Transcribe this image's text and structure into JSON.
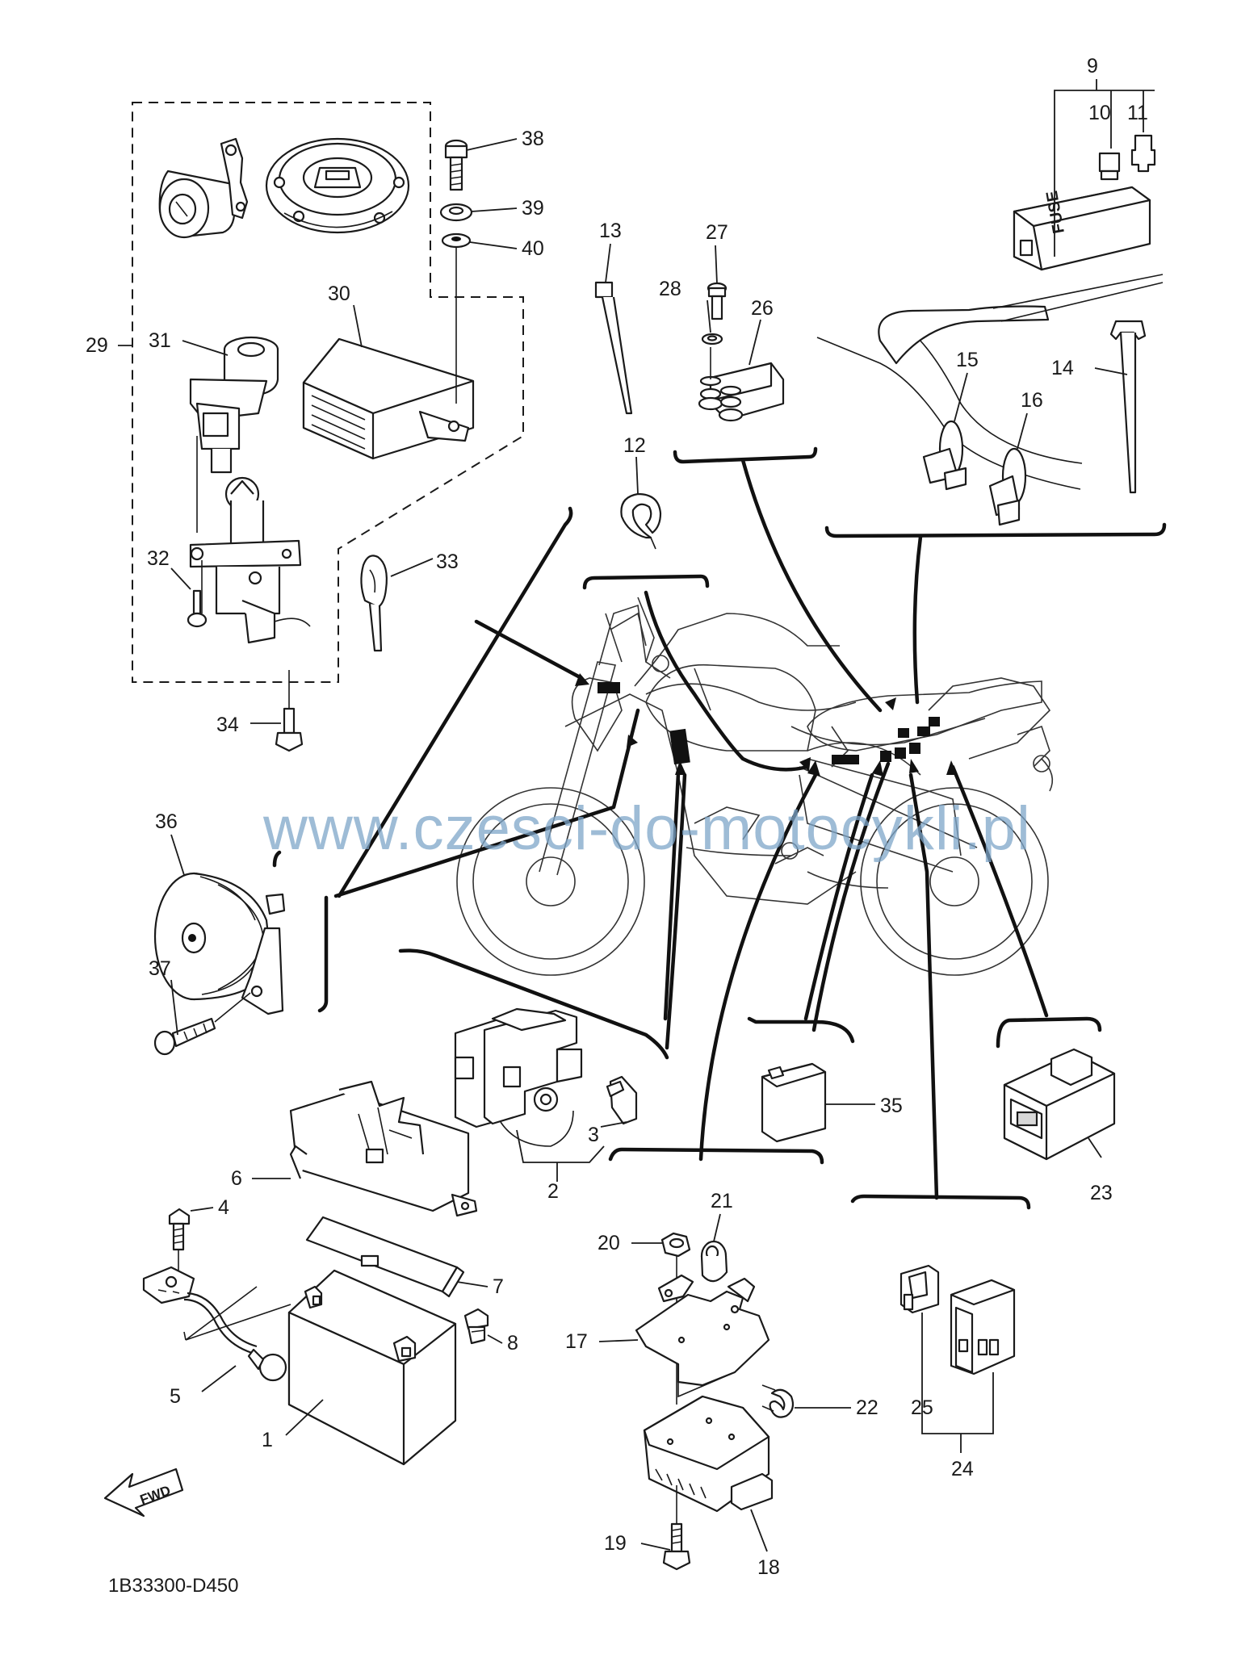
{
  "diagram_code": "1B33300-D450",
  "watermark": "www.czesci-do-motocykli.pl",
  "fwd_label": "FWD",
  "fuse_label": "FUSE",
  "callouts": [
    "1",
    "2",
    "3",
    "4",
    "5",
    "6",
    "7",
    "8",
    "9",
    "10",
    "11",
    "12",
    "13",
    "14",
    "15",
    "16",
    "17",
    "18",
    "19",
    "20",
    "21",
    "22",
    "23",
    "24",
    "25",
    "26",
    "27",
    "28",
    "29",
    "30",
    "31",
    "32",
    "33",
    "34",
    "35",
    "36",
    "37",
    "38",
    "39",
    "40"
  ],
  "parts": [
    {
      "id": "1",
      "name": "battery"
    },
    {
      "id": "2",
      "name": "starter-relay"
    },
    {
      "id": "3",
      "name": "fuse"
    },
    {
      "id": "4",
      "name": "bolt"
    },
    {
      "id": "5",
      "name": "negative-lead"
    },
    {
      "id": "6",
      "name": "battery-cover"
    },
    {
      "id": "7",
      "name": "battery-plate"
    },
    {
      "id": "8",
      "name": "bolt"
    },
    {
      "id": "9",
      "name": "fuse-box"
    },
    {
      "id": "10",
      "name": "fuse"
    },
    {
      "id": "11",
      "name": "fuse"
    },
    {
      "id": "12",
      "name": "clip"
    },
    {
      "id": "13",
      "name": "cable-tie"
    },
    {
      "id": "14",
      "name": "cable-tie"
    },
    {
      "id": "15",
      "name": "clamp"
    },
    {
      "id": "16",
      "name": "clamp"
    },
    {
      "id": "17",
      "name": "bracket"
    },
    {
      "id": "18",
      "name": "ecu-unit"
    },
    {
      "id": "19",
      "name": "bolt"
    },
    {
      "id": "20",
      "name": "nut"
    },
    {
      "id": "21",
      "name": "damper"
    },
    {
      "id": "22",
      "name": "clip"
    },
    {
      "id": "23",
      "name": "relay-unit"
    },
    {
      "id": "24",
      "name": "relay-assy"
    },
    {
      "id": "25",
      "name": "connector"
    },
    {
      "id": "26",
      "name": "rectifier-regulator"
    },
    {
      "id": "27",
      "name": "bolt"
    },
    {
      "id": "28",
      "name": "washer"
    },
    {
      "id": "29",
      "name": "lock-set"
    },
    {
      "id": "30",
      "name": "cdi-unit"
    },
    {
      "id": "31",
      "name": "main-switch"
    },
    {
      "id": "32",
      "name": "screw"
    },
    {
      "id": "33",
      "name": "key"
    },
    {
      "id": "34",
      "name": "bolt"
    },
    {
      "id": "35",
      "name": "flasher-relay"
    },
    {
      "id": "36",
      "name": "horn"
    },
    {
      "id": "37",
      "name": "bolt"
    },
    {
      "id": "38",
      "name": "bolt"
    },
    {
      "id": "39",
      "name": "washer"
    },
    {
      "id": "40",
      "name": "washer"
    }
  ]
}
